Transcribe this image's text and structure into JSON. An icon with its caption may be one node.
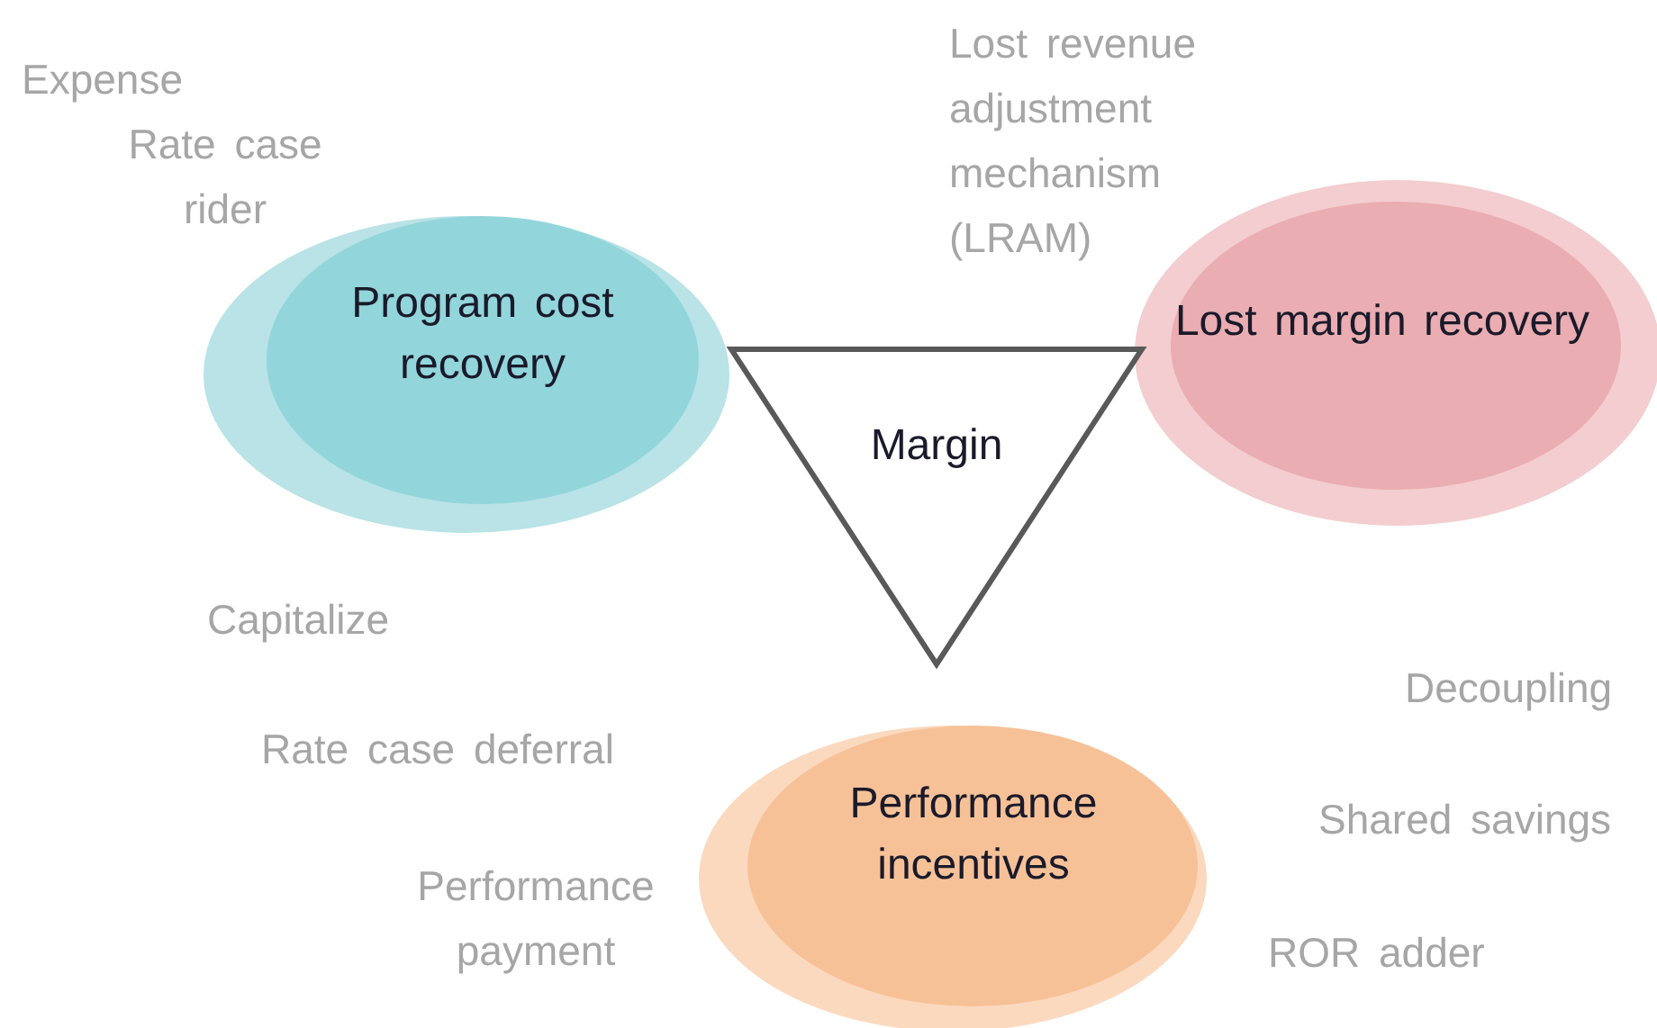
{
  "diagram": {
    "nodes": [
      {
        "text": [
          "Margin"
        ]
      },
      {
        "text": [
          "Program cost recovery"
        ]
      },
      {
        "text": [
          "Lost margin recovery"
        ]
      },
      {
        "text": [
          "Performance incentives"
        ]
      }
    ],
    "labels": [
      "Expense",
      "Rate case rider",
      "Lost revenue adjustment mechanism (LRAM)",
      "Capitalize",
      "Rate case deferral",
      "Performance payment",
      "Decoupling",
      "Shared savings",
      "ROR adder"
    ]
  }
}
